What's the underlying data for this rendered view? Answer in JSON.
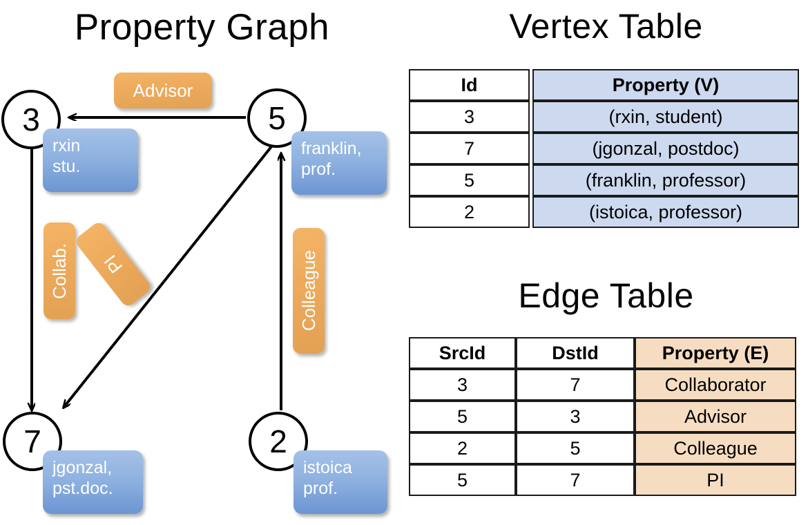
{
  "titles": {
    "property_graph": "Property Graph",
    "vertex_table": "Vertex Table",
    "edge_table": "Edge Table"
  },
  "graph": {
    "nodes": [
      {
        "id": "3",
        "property": "rxin\nstu."
      },
      {
        "id": "5",
        "property": "franklin,\nprof."
      },
      {
        "id": "7",
        "property": "jgonzal,\npst.doc."
      },
      {
        "id": "2",
        "property": "istoica\nprof."
      }
    ],
    "node_labels": {
      "n3": "3",
      "n5": "5",
      "n7": "7",
      "n2": "2"
    },
    "property_lines": {
      "rxin_l1": "rxin",
      "rxin_l2": "stu.",
      "franklin_l1": "franklin,",
      "franklin_l2": "prof.",
      "jgonzal_l1": "jgonzal,",
      "jgonzal_l2": "pst.doc.",
      "istoica_l1": "istoica",
      "istoica_l2": "prof."
    },
    "edge_labels": {
      "advisor": "Advisor",
      "collab": "Collab.",
      "pi": "PI",
      "colleague": "Colleague"
    },
    "edges": [
      {
        "from": "5",
        "to": "3",
        "label": "Advisor"
      },
      {
        "from": "3",
        "to": "7",
        "label": "Collab."
      },
      {
        "from": "5",
        "to": "7",
        "label": "PI"
      },
      {
        "from": "2",
        "to": "5",
        "label": "Colleague"
      }
    ]
  },
  "vertex_table": {
    "headers": [
      "Id",
      "Property (V)"
    ],
    "rows": [
      {
        "id": "3",
        "property": "(rxin, student)"
      },
      {
        "id": "7",
        "property": "(jgonzal, postdoc)"
      },
      {
        "id": "5",
        "property": "(franklin, professor)"
      },
      {
        "id": "2",
        "property": "(istoica, professor)"
      }
    ]
  },
  "edge_table": {
    "headers": [
      "SrcId",
      "DstId",
      "Property (E)"
    ],
    "rows": [
      {
        "src": "3",
        "dst": "7",
        "property": "Collaborator"
      },
      {
        "src": "5",
        "dst": "3",
        "property": "Advisor"
      },
      {
        "src": "2",
        "dst": "5",
        "property": "Colleague"
      },
      {
        "src": "5",
        "dst": "7",
        "property": "PI"
      }
    ]
  },
  "colors": {
    "vertex_property_fill": "#ccd9ef",
    "edge_property_fill": "#f6ddc2",
    "node_box_blue": "#8fb2e0",
    "edge_label_orange": "#eeab5d",
    "stroke": "#000000",
    "background": "#ffffff"
  }
}
